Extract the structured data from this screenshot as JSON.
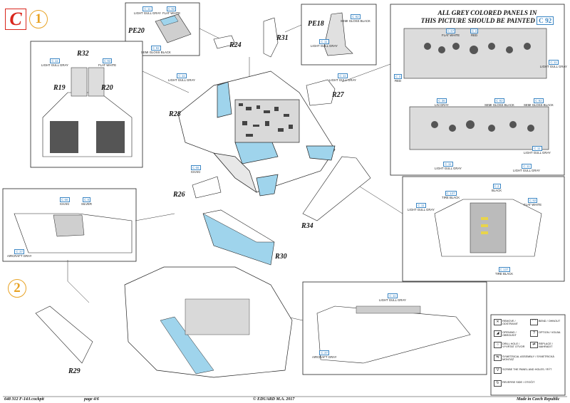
{
  "header": {
    "section_letter": "C",
    "section_number": "1",
    "note_line1": "ALL GREY COLORED PANELS IN",
    "note_line2": "THIS PICTURE SHOULD BE PAINTED",
    "note_code": "C 92"
  },
  "step2_number": "2",
  "parts": [
    "PE20",
    "R24",
    "R31",
    "PE18",
    "R32",
    "R19",
    "R20",
    "R28",
    "R27",
    "R26",
    "R34",
    "R30",
    "R29"
  ],
  "callouts": [
    {
      "code": "C 11",
      "label": "LIGHT GULL GRAY"
    },
    {
      "code": "C 92",
      "label": "FLAT WHITE"
    },
    {
      "code": "C 92",
      "label": "SEMI GLOSS BLACK"
    },
    {
      "code": "C 92",
      "label": "SEMI GLOSS BLACK"
    },
    {
      "code": "C 11",
      "label": "LIGHT GULL GRAY"
    },
    {
      "code": "C 11",
      "label": "LIGHT GULL GRAY"
    },
    {
      "code": "C 92",
      "label": "FLAT WHITE"
    },
    {
      "code": "C 11",
      "label": "LIGHT GULL GRAY"
    },
    {
      "code": "C 11",
      "label": "LIGHT GULL GRAY"
    },
    {
      "code": "C 67",
      "label": "FLAT WHITE"
    },
    {
      "code": "C 3",
      "label": "RED"
    },
    {
      "code": "C 3",
      "label": "RED"
    },
    {
      "code": "C 11",
      "label": "LIGHT GULL GRAY"
    },
    {
      "code": "C 36",
      "label": "LIN GRAY"
    },
    {
      "code": "C 92",
      "label": "SEMI GLOSS BLACK"
    },
    {
      "code": "C 92",
      "label": "SEMI GLOSS BLACK"
    },
    {
      "code": "C 11",
      "label": "LIGHT GULL GRAY"
    },
    {
      "code": "C 11",
      "label": "LIGHT GULL GRAY"
    },
    {
      "code": "C 11",
      "label": "LIGHT GULL GRAY"
    },
    {
      "code": "C 66",
      "label": "KHAKI"
    },
    {
      "code": "C 66",
      "label": "KHAKI"
    },
    {
      "code": "C 8",
      "label": "SILVER"
    },
    {
      "code": "C 37",
      "label": "AIRCRAFT GRAY"
    },
    {
      "code": "C 137",
      "label": "TIRE BLACK"
    },
    {
      "code": "C 11",
      "label": "LIGHT GULL GRAY"
    },
    {
      "code": "C 2",
      "label": "BLACK"
    },
    {
      "code": "C 92",
      "label": "FLAT WHITE"
    },
    {
      "code": "C 137",
      "label": "TIRE BLACK"
    },
    {
      "code": "C 11",
      "label": "LIGHT GULL GRAY"
    },
    {
      "code": "C 37",
      "label": "AIRCRAFT GRAY"
    }
  ],
  "legend": [
    {
      "icon": "remove-icon",
      "label": "REMOVE / ODSTRANIT"
    },
    {
      "icon": "bend-icon",
      "label": "BEND / OHNOUT"
    },
    {
      "icon": "option-icon",
      "label": "OPTION / VOLBA"
    },
    {
      "icon": "drill-icon",
      "label": "DRILL HOLE / VYVRTAT OTVOR"
    },
    {
      "icon": "opening-icon",
      "label": "OPENING / OBROUSIT"
    },
    {
      "icon": "replace-icon",
      "label": "REPLACE / NAHRADIT"
    },
    {
      "icon": "symmetrical-icon",
      "label": "SYMETRICAL ASSEMBLY / SYMETRICKÁ MONTÁŽ"
    },
    {
      "icon": "scribe-icon",
      "label": "SCRIBE THE PANEL AND HOLES / RÝT"
    },
    {
      "icon": "reverse-icon",
      "label": "REVERSE SIDE / OTOČIT"
    }
  ],
  "footer": {
    "kit": "648 312  F-14A cockpit",
    "page": "page 4/6",
    "copyright": "© EDUARD   M.A. 2017",
    "origin": "Made in Czech Republic"
  },
  "colors": {
    "accent_red": "#d9261c",
    "accent_orange": "#e8a325",
    "paint_blue": "#9fd4ec",
    "callout_blue": "#3b86c4"
  }
}
